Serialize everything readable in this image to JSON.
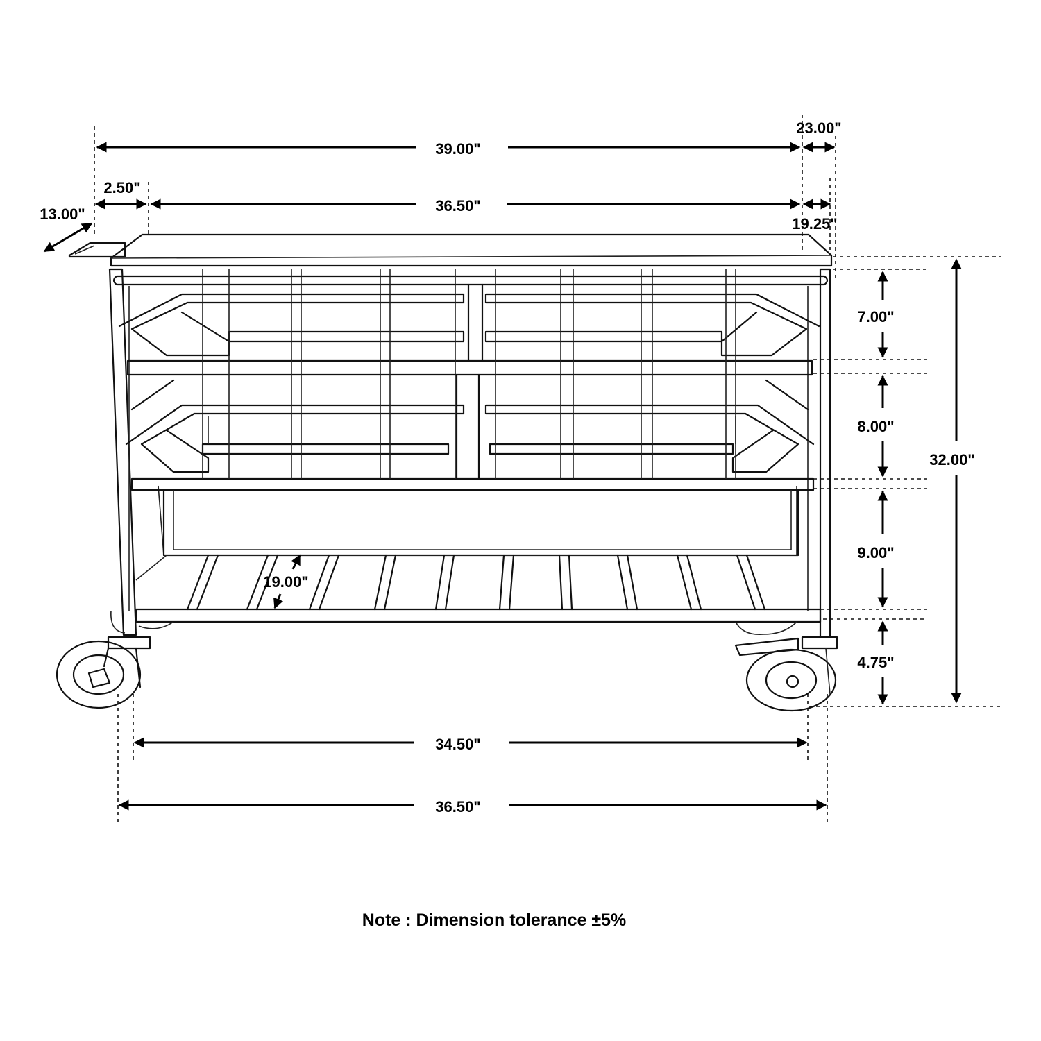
{
  "dimensions": {
    "overall_top_width": "39.00\"",
    "overall_depth": "23.00\"",
    "shelf_width_top": "36.50\"",
    "handle_extension": "2.50\"",
    "handle_width": "13.00\"",
    "top_depth": "19.25\"",
    "drawer_top_height": "7.00\"",
    "drawer_middle_height": "8.00\"",
    "drawer_bottom_height": "9.00\"",
    "caster_height": "4.75\"",
    "overall_height": "32.00\"",
    "bottom_shelf_depth": "19.00\"",
    "inner_base_width": "34.50\"",
    "outer_base_width": "36.50\""
  },
  "note": "Note : Dimension tolerance ±5%",
  "colors": {
    "line": "#111111",
    "background": "#ffffff"
  }
}
